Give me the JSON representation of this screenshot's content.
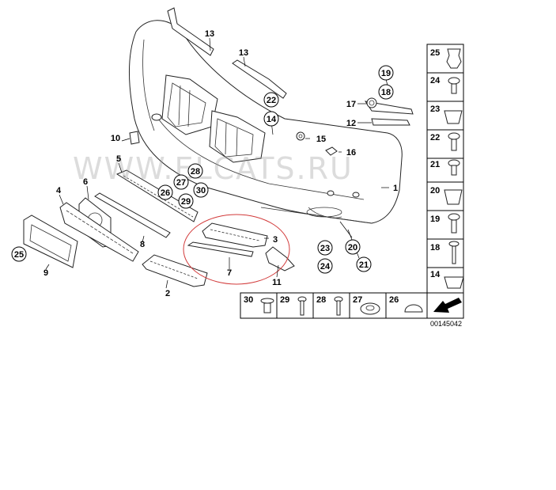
{
  "watermark": "WWW.ELCATS.RU",
  "drawing_code": "00145042",
  "callouts": {
    "n1": "1",
    "n2": "2",
    "n3": "3",
    "n4": "4",
    "n5": "5",
    "n6": "6",
    "n7": "7",
    "n8": "8",
    "n9": "9",
    "n10": "10",
    "n11": "11",
    "n12": "12",
    "n13": "13",
    "n14": "14",
    "n15": "15",
    "n16": "16",
    "n17": "17",
    "n18": "18",
    "n19": "19",
    "n20": "20",
    "n21": "21",
    "n22": "22",
    "n23": "23",
    "n24": "24",
    "n25": "25",
    "n26": "26",
    "n27": "27",
    "n28": "28",
    "n29": "29",
    "n30": "30"
  },
  "side_column": [
    "25",
    "24",
    "23",
    "22",
    "21",
    "20",
    "19",
    "18",
    "14"
  ],
  "bottom_row": [
    "30",
    "29",
    "28",
    "27",
    "26"
  ],
  "highlight_color": "#d23a3a"
}
